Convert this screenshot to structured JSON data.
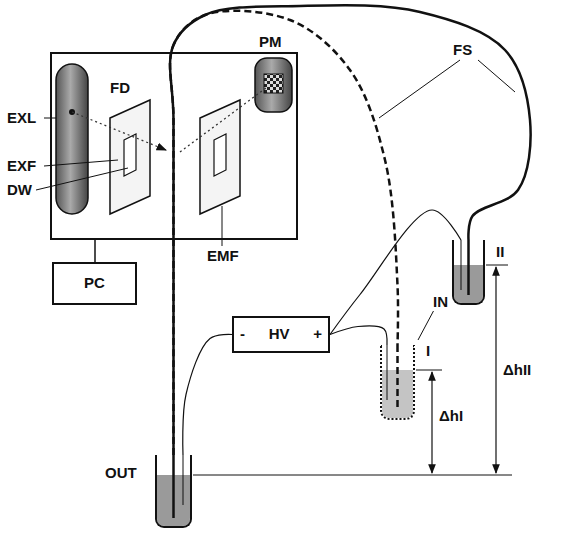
{
  "diagram": {
    "nodes": [
      {
        "text": [
          "FD"
        ]
      },
      {
        "text": [
          "PC"
        ]
      },
      {
        "text": [
          "-",
          "HV",
          "+"
        ]
      },
      {
        "text": [
          "OUT"
        ]
      },
      {
        "text": [
          "I"
        ]
      },
      {
        "text": [
          "II"
        ]
      }
    ],
    "edges": [
      {
        "from": 0,
        "to": 1,
        "arrow": "none"
      },
      {
        "from": 2,
        "to": 3,
        "arrow": "none"
      },
      {
        "from": 2,
        "to": 4,
        "arrow": "none"
      },
      {
        "from": 2,
        "to": 5,
        "arrow": "none"
      },
      {
        "from": 3,
        "to": 5,
        "arrow": "none"
      },
      {
        "from": 3,
        "to": 4,
        "arrow": "none"
      }
    ],
    "labels": [
      "EXL",
      "EXF",
      "DW",
      "EMF",
      "PM",
      "FS",
      "IN",
      "ΔhII",
      "ΔhI"
    ]
  }
}
